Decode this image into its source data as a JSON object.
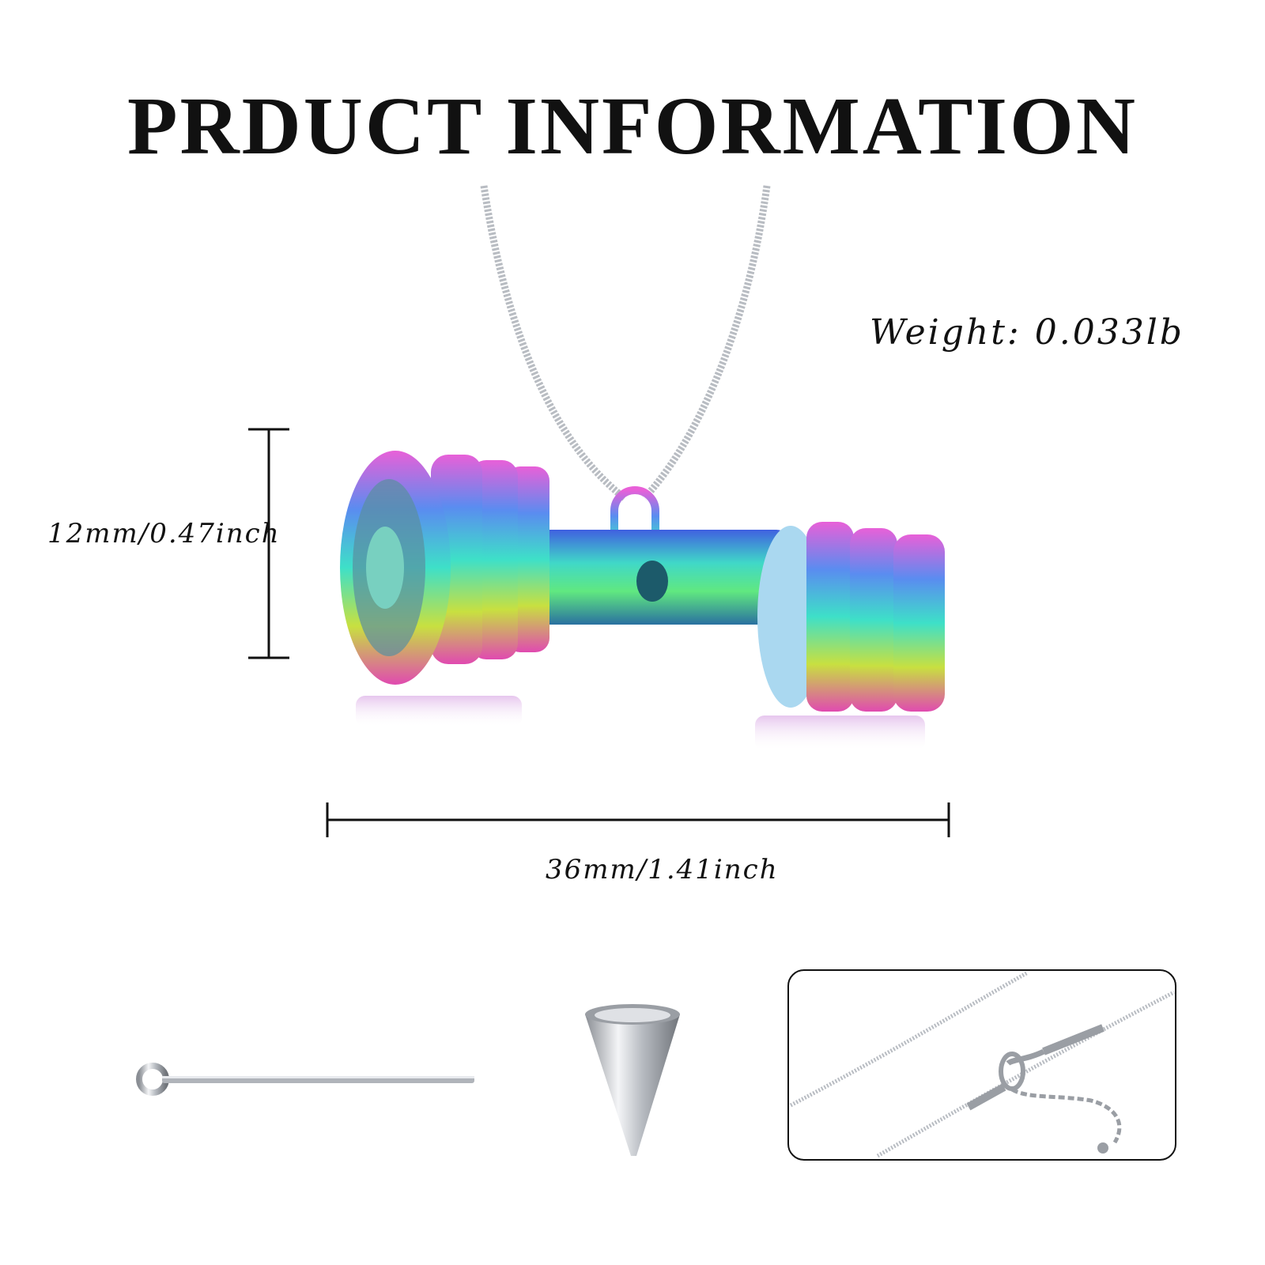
{
  "title": "PRDUCT INFORMATION",
  "weight": "Weight: 0.033lb",
  "height_dimension": "12mm/0.47inch",
  "width_dimension": "36mm/1.41inch",
  "colors": {
    "text": "#111111",
    "chain": "#b8bcc2",
    "steel": "#c9ccd1"
  },
  "icons": [
    "dumbbell-pendant-icon",
    "screw-pin-icon",
    "funnel-icon",
    "chain-clasp-icon"
  ]
}
